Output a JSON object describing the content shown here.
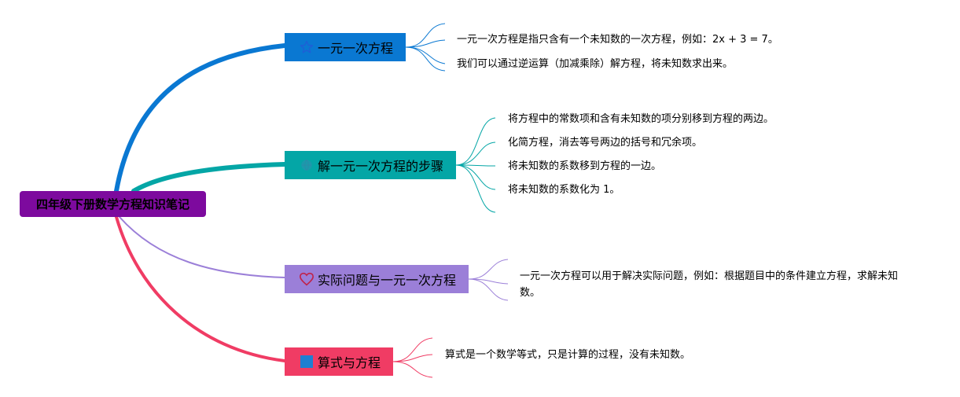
{
  "root": {
    "title": "四年级下册数学方程知识笔记",
    "color": "#7d0a9e"
  },
  "branches": [
    {
      "label": "一元一次方程",
      "color": "#0a78d2",
      "icon": "star-icon",
      "leaves": [
        "一元一次方程是指只含有一个未知数的一次方程，例如：2x + 3 = 7。",
        "我们可以通过逆运算（加减乘除）解方程，将未知数求出来。"
      ]
    },
    {
      "label": "解一元一次方程的步骤",
      "color": "#04a6a6",
      "icon": "globe-icon",
      "leaves": [
        "将方程中的常数项和含有未知数的项分别移到方程的两边。",
        "化简方程，消去等号两边的括号和冗余项。",
        "将未知数的系数移到方程的一边。",
        "将未知数的系数化为 1。"
      ]
    },
    {
      "label": "实际问题与一元一次方程",
      "color": "#9b7fd8",
      "icon": "heart-icon",
      "leaves": [
        "一元一次方程可以用于解决实际问题，例如：根据题目中的条件建立方程，求解未知数。"
      ]
    },
    {
      "label": "算式与方程",
      "color": "#f03c64",
      "icon": "square-icon",
      "leaves": [
        "算式是一个数学等式，只是计算的过程，没有未知数。"
      ]
    }
  ]
}
